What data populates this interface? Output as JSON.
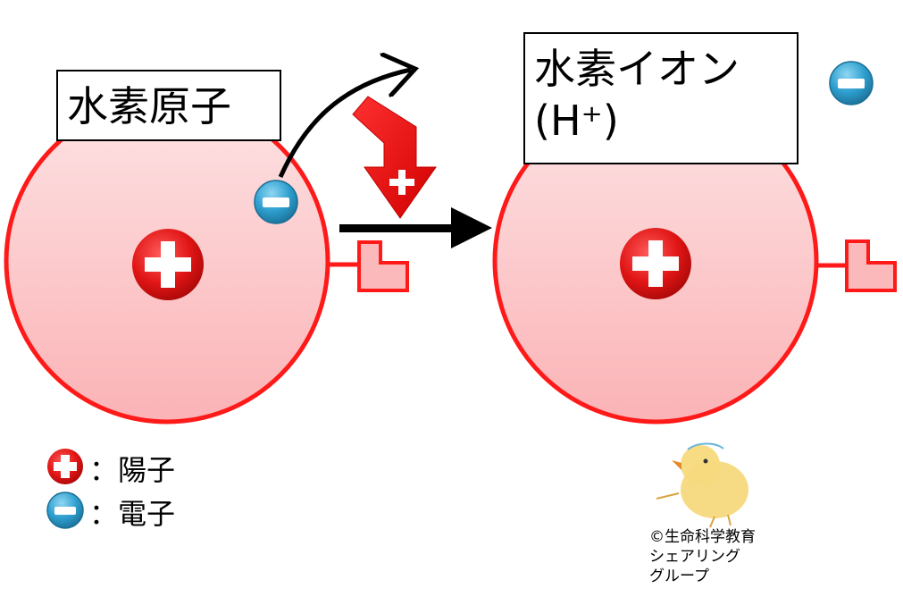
{
  "atom": {
    "label": "水素原子"
  },
  "ion": {
    "label_line1": "水素イオン",
    "label_line2": "(H⁺)"
  },
  "legend": [
    {
      "icon": "proton-plus-icon",
      "text": "：陽子"
    },
    {
      "icon": "electron-minus-icon",
      "text": "：電子"
    }
  ],
  "copyright": {
    "lines": [
      "©生命科学教育",
      "シェアリング",
      "グループ"
    ]
  },
  "colors": {
    "atom_fill_top": "#fdd9da",
    "atom_fill_bottom": "#fbb4b7",
    "atom_outline": "#ff1a1a",
    "proton_red": "#e41010",
    "electron_blue": "#2e9fcf",
    "arrow_black": "#000000"
  }
}
